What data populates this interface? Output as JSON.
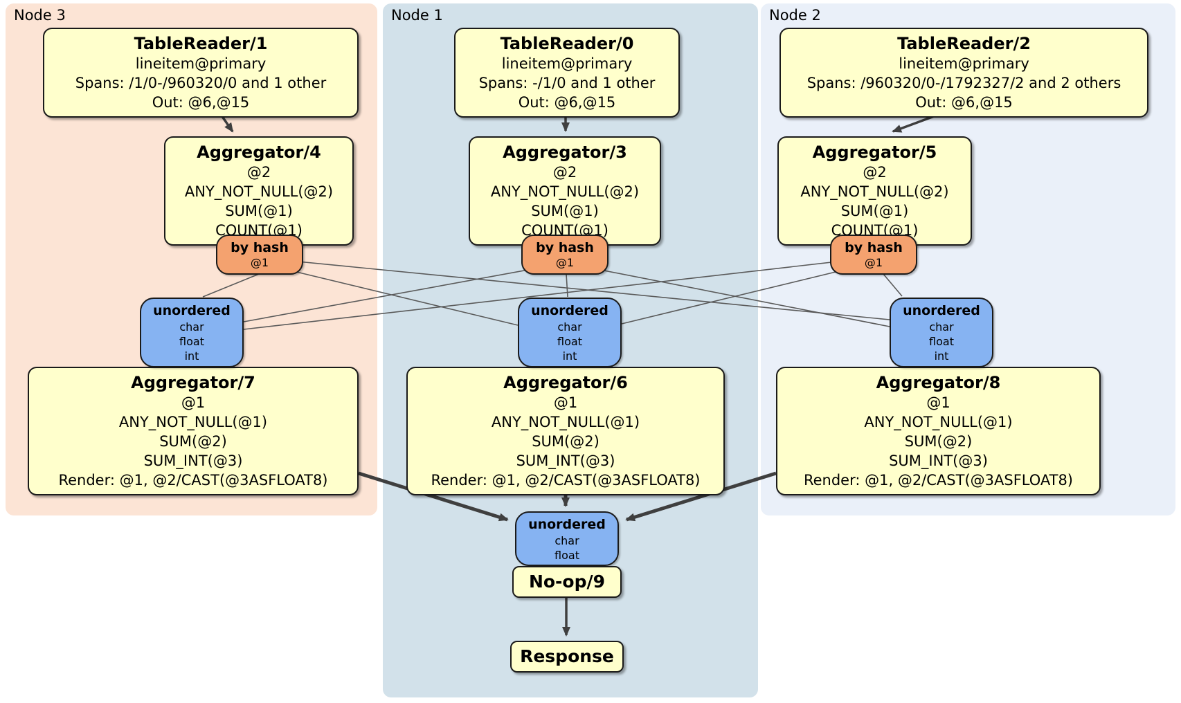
{
  "panels": {
    "node3": {
      "label": "Node 3"
    },
    "node1": {
      "label": "Node 1"
    },
    "node2": {
      "label": "Node 2"
    }
  },
  "processors": {
    "tablereader1": {
      "title": "TableReader/1",
      "lines": [
        "lineitem@primary",
        "Spans: /1/0-/960320/0 and 1 other",
        "Out: @6,@15"
      ]
    },
    "tablereader0": {
      "title": "TableReader/0",
      "lines": [
        "lineitem@primary",
        "Spans: -/1/0 and 1 other",
        "Out: @6,@15"
      ]
    },
    "tablereader2": {
      "title": "TableReader/2",
      "lines": [
        "lineitem@primary",
        "Spans: /960320/0-/1792327/2 and 2 others",
        "Out: @6,@15"
      ]
    },
    "aggregator4": {
      "title": "Aggregator/4",
      "lines": [
        "@2",
        "ANY_NOT_NULL(@2)",
        "SUM(@1)",
        "COUNT(@1)"
      ]
    },
    "aggregator3": {
      "title": "Aggregator/3",
      "lines": [
        "@2",
        "ANY_NOT_NULL(@2)",
        "SUM(@1)",
        "COUNT(@1)"
      ]
    },
    "aggregator5": {
      "title": "Aggregator/5",
      "lines": [
        "@2",
        "ANY_NOT_NULL(@2)",
        "SUM(@1)",
        "COUNT(@1)"
      ]
    },
    "aggregator7": {
      "title": "Aggregator/7",
      "lines": [
        "@1",
        "ANY_NOT_NULL(@1)",
        "SUM(@2)",
        "SUM_INT(@3)",
        "Render: @1, @2/CAST(@3ASFLOAT8)"
      ]
    },
    "aggregator6": {
      "title": "Aggregator/6",
      "lines": [
        "@1",
        "ANY_NOT_NULL(@1)",
        "SUM(@2)",
        "SUM_INT(@3)",
        "Render: @1, @2/CAST(@3ASFLOAT8)"
      ]
    },
    "aggregator8": {
      "title": "Aggregator/8",
      "lines": [
        "@1",
        "ANY_NOT_NULL(@1)",
        "SUM(@2)",
        "SUM_INT(@3)",
        "Render: @1, @2/CAST(@3ASFLOAT8)"
      ]
    },
    "noop9": {
      "title": "No-op/9"
    },
    "response": {
      "title": "Response"
    }
  },
  "routers": {
    "hash4": {
      "title": "by hash",
      "detail": "@1"
    },
    "hash3": {
      "title": "by hash",
      "detail": "@1"
    },
    "hash5": {
      "title": "by hash",
      "detail": "@1"
    }
  },
  "syncs": {
    "left": {
      "title": "unordered",
      "items": [
        "char",
        "float",
        "int"
      ]
    },
    "middle": {
      "title": "unordered",
      "items": [
        "char",
        "float",
        "int"
      ]
    },
    "right": {
      "title": "unordered",
      "items": [
        "char",
        "float",
        "int"
      ]
    },
    "final": {
      "title": "unordered",
      "items": [
        "char",
        "float"
      ]
    }
  },
  "colors": {
    "processor_fill": "#ffffcc",
    "router_fill": "#f4a26f",
    "sync_fill": "#86b3f2",
    "panel_node3": "#fce4d5",
    "panel_node1": "#d2e1ea",
    "panel_node2": "#eaf0f9",
    "edge": "#3f3f3f"
  }
}
